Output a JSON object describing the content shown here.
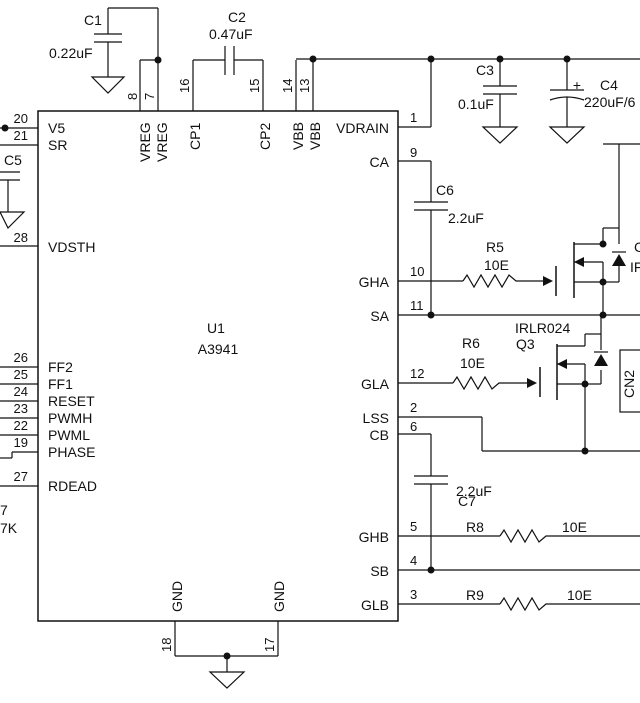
{
  "ic": {
    "designator": "U1",
    "part": "A3941",
    "left_pins": [
      {
        "num": "20",
        "name": "V5"
      },
      {
        "num": "21",
        "name": "SR"
      },
      {
        "num": "28",
        "name": "VDSTH"
      },
      {
        "num": "26",
        "name": "FF2"
      },
      {
        "num": "25",
        "name": "FF1"
      },
      {
        "num": "24",
        "name": "RESET"
      },
      {
        "num": "23",
        "name": "PWMH"
      },
      {
        "num": "22",
        "name": "PWML"
      },
      {
        "num": "19",
        "name": "PHASE"
      },
      {
        "num": "27",
        "name": "RDEAD"
      }
    ],
    "right_pins": [
      {
        "num": "1",
        "name": "VDRAIN"
      },
      {
        "num": "9",
        "name": "CA"
      },
      {
        "num": "10",
        "name": "GHA"
      },
      {
        "num": "11",
        "name": "SA"
      },
      {
        "num": "12",
        "name": "GLA"
      },
      {
        "num": "2",
        "name": "LSS"
      },
      {
        "num": "6",
        "name": "CB"
      },
      {
        "num": "5",
        "name": "GHB"
      },
      {
        "num": "4",
        "name": "SB"
      },
      {
        "num": "3",
        "name": "GLB"
      }
    ],
    "top_pins": [
      {
        "num": "8",
        "name": "VREG"
      },
      {
        "num": "7",
        "name": "VREG"
      },
      {
        "num": "16",
        "name": "CP1"
      },
      {
        "num": "15",
        "name": "CP2"
      },
      {
        "num": "14",
        "name": "VBB"
      },
      {
        "num": "13",
        "name": "VBB"
      }
    ],
    "bottom_pins": [
      {
        "num": "18",
        "name": "GND"
      },
      {
        "num": "17",
        "name": "GND"
      }
    ]
  },
  "components": {
    "c1": {
      "ref": "C1",
      "value": "0.22uF"
    },
    "c2": {
      "ref": "C2",
      "value": "0.47uF"
    },
    "c3": {
      "ref": "C3",
      "value": "0.1uF"
    },
    "c4": {
      "ref": "C4",
      "value": "220uF/6",
      "polarity": "+"
    },
    "c5": {
      "ref": "C5"
    },
    "c6": {
      "ref": "C6",
      "value": "2.2uF"
    },
    "c7": {
      "ref": "C7",
      "value": "2.2uF"
    },
    "r5": {
      "ref": "R5",
      "value": "10E"
    },
    "r6": {
      "ref": "R6",
      "value": "10E"
    },
    "r8": {
      "ref": "R8",
      "value": "10E"
    },
    "r9": {
      "ref": "R9",
      "value": "10E"
    },
    "q3": {
      "ref": "Q3",
      "part": "IRLR024"
    },
    "q_upper": {
      "ref_partial": "C",
      "part_partial": "IF"
    },
    "cn2": {
      "ref": "CN2"
    },
    "left_partial": {
      "ref": "7",
      "value": "7K"
    }
  }
}
